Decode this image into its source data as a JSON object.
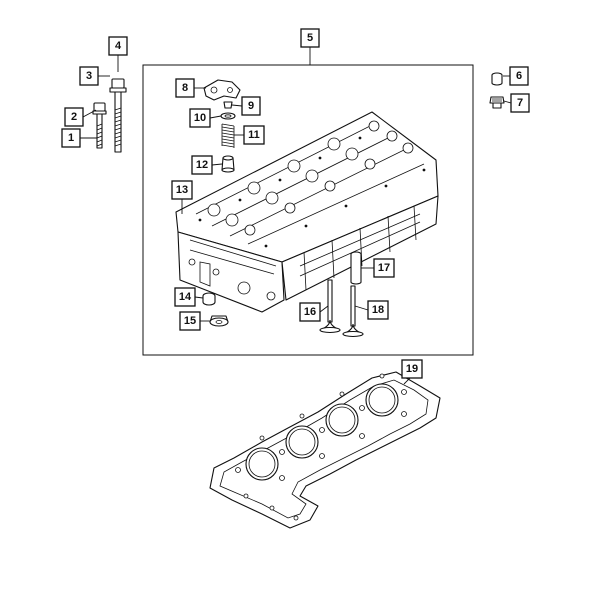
{
  "diagram": {
    "callouts": [
      {
        "id": "1",
        "label": "1"
      },
      {
        "id": "2",
        "label": "2"
      },
      {
        "id": "3",
        "label": "3"
      },
      {
        "id": "4",
        "label": "4"
      },
      {
        "id": "5",
        "label": "5"
      },
      {
        "id": "6",
        "label": "6"
      },
      {
        "id": "7",
        "label": "7"
      },
      {
        "id": "8",
        "label": "8"
      },
      {
        "id": "9",
        "label": "9"
      },
      {
        "id": "10",
        "label": "10"
      },
      {
        "id": "11",
        "label": "11"
      },
      {
        "id": "12",
        "label": "12"
      },
      {
        "id": "13",
        "label": "13"
      },
      {
        "id": "14",
        "label": "14"
      },
      {
        "id": "15",
        "label": "15"
      },
      {
        "id": "16",
        "label": "16"
      },
      {
        "id": "17",
        "label": "17"
      },
      {
        "id": "18",
        "label": "18"
      },
      {
        "id": "19",
        "label": "19"
      }
    ],
    "colors": {
      "line": "#111111",
      "background": "#ffffff",
      "shade": "#d8d8d8"
    }
  }
}
